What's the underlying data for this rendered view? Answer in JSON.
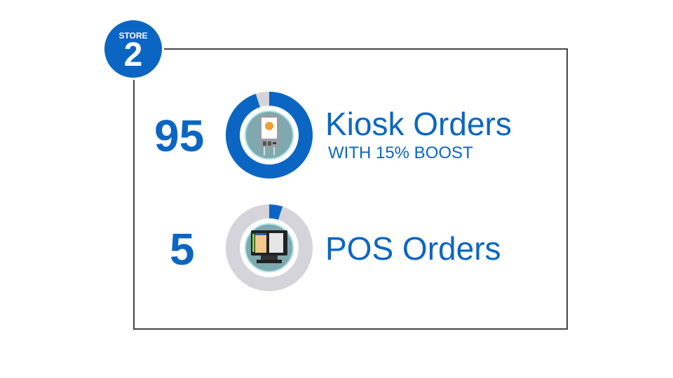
{
  "badge": {
    "label": "STORE",
    "number": "2"
  },
  "chart_data": [
    {
      "type": "pie",
      "title": "Kiosk Orders",
      "subtitle": "WITH 15% BOOST",
      "value": 95,
      "total": 100,
      "display_value": "95",
      "colors": {
        "value": "#0b66c3",
        "rest": "#d4d4da"
      },
      "icon": "kiosk-icon"
    },
    {
      "type": "pie",
      "title": "POS Orders",
      "value": 5,
      "total": 100,
      "display_value": "5",
      "colors": {
        "value": "#0b66c3",
        "rest": "#d4d4da"
      },
      "icon": "pos-terminal-icon"
    }
  ]
}
